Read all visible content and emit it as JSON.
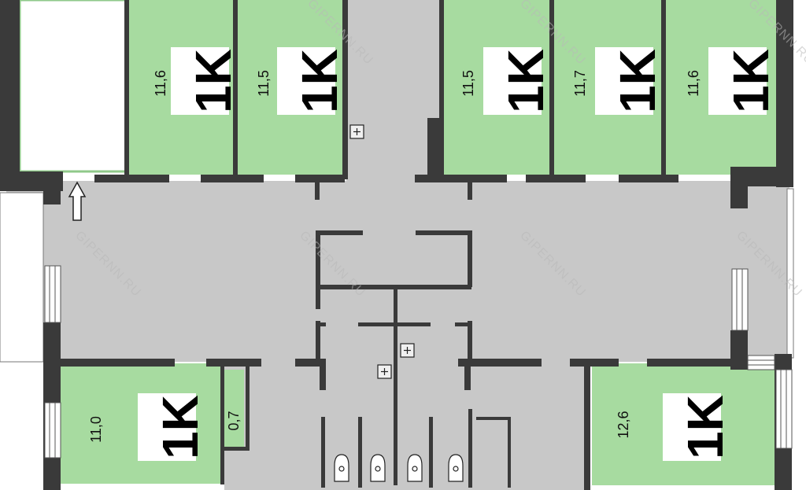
{
  "plan": {
    "colors": {
      "room_green": "#a7dba0",
      "corridor_gray": "#c8c8c8",
      "wall": "#3a3a3a",
      "balcony": "#ffffff",
      "label_bg": "#ffffff"
    },
    "rooms": [
      {
        "area": "11,6",
        "type": "1K"
      },
      {
        "area": "11,5",
        "type": "1K"
      },
      {
        "area": "11,5",
        "type": "1K"
      },
      {
        "area": "11,7",
        "type": "1K"
      },
      {
        "area": "11,6",
        "type": "1K"
      },
      {
        "area": "11,0",
        "type": "1K"
      },
      {
        "area": "0,7",
        "type": ""
      },
      {
        "area": "12,6",
        "type": "1K"
      }
    ],
    "watermark": "GIPERNN.RU",
    "icons": [
      "entrance-arrow-icon",
      "drain-icon",
      "drain-icon",
      "drain-icon",
      "toilet-icon",
      "toilet-icon",
      "toilet-icon",
      "toilet-icon"
    ]
  }
}
